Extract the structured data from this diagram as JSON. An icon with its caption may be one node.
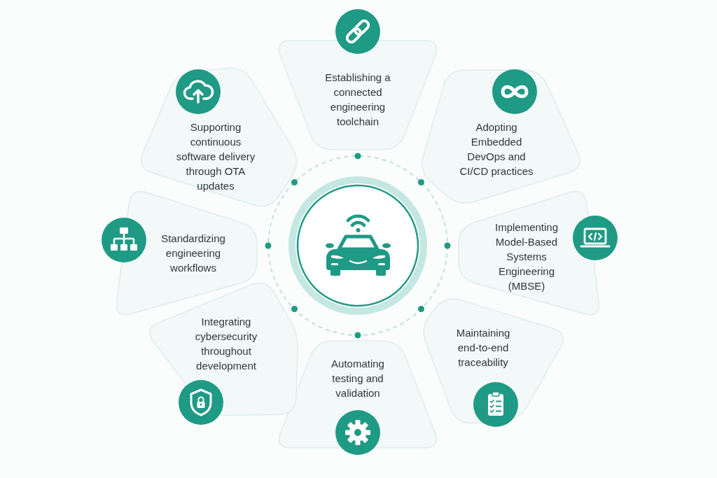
{
  "diagram": {
    "nodes": [
      {
        "text": [],
        "shape": "circle"
      },
      {
        "text": [
          "Establishing a connected engineering toolchain"
        ]
      },
      {
        "text": [
          "Adopting Embedded DevOps and CI/CD practices"
        ]
      },
      {
        "text": [
          "Implementing Model-Based Systems Engineering (MBSE)"
        ]
      },
      {
        "text": [
          "Maintaining end-to-end traceability"
        ]
      },
      {
        "text": [
          "Automating testing and validation"
        ]
      },
      {
        "text": [
          "Integrating cybersecurity throughout development"
        ]
      },
      {
        "text": [
          "Standardizing engineering workflows"
        ]
      },
      {
        "text": [
          "Supporting continuous software delivery through OTA updates"
        ]
      }
    ]
  }
}
